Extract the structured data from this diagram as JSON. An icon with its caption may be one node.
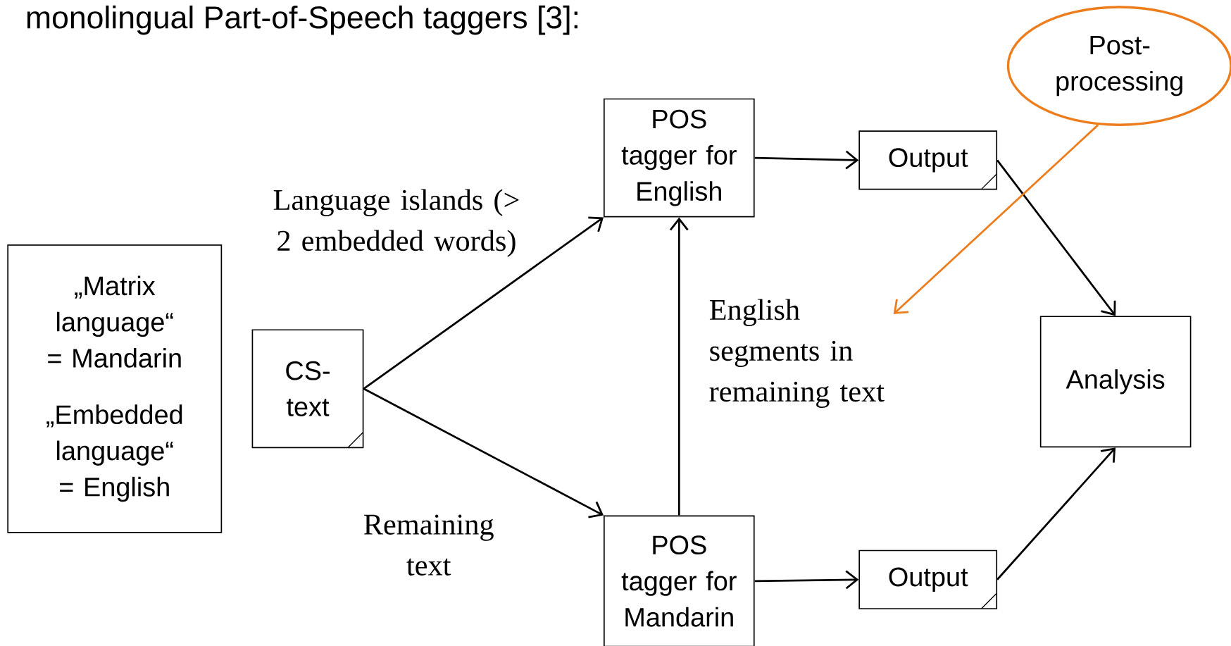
{
  "diagram": {
    "nodes": [
      {
        "text": [
          "„Matrix language“ = Mandarin",
          "„Embedded language“ = English"
        ]
      },
      {
        "text": [
          "CS-text"
        ]
      },
      {
        "text": [
          "POS tagger for English"
        ]
      },
      {
        "text": [
          "Output"
        ]
      },
      {
        "text": [
          "POS tagger for Mandarin"
        ]
      },
      {
        "text": [
          "Output"
        ]
      },
      {
        "text": [
          "Analysis"
        ]
      },
      {
        "text": [
          "Post-processing"
        ]
      }
    ],
    "edges": [
      {
        "from": 1,
        "to": 2,
        "arrow": "to",
        "label": "Language islands (> 2 embedded words)"
      },
      {
        "from": 1,
        "to": 4,
        "arrow": "to",
        "label": "Remaining text"
      },
      {
        "from": 4,
        "to": 2,
        "arrow": "to",
        "label": "English segments in remaining text"
      },
      {
        "from": 2,
        "to": 3,
        "arrow": "to"
      },
      {
        "from": 4,
        "to": 5,
        "arrow": "to"
      },
      {
        "from": 3,
        "to": 6,
        "arrow": "to"
      },
      {
        "from": 5,
        "to": 6,
        "arrow": "to"
      },
      {
        "from": 7,
        "to": null,
        "arrow": "to",
        "color": "#ed7d1c"
      }
    ],
    "labels": [
      "monolingual Part-of-Speech taggers [3]:"
    ]
  }
}
